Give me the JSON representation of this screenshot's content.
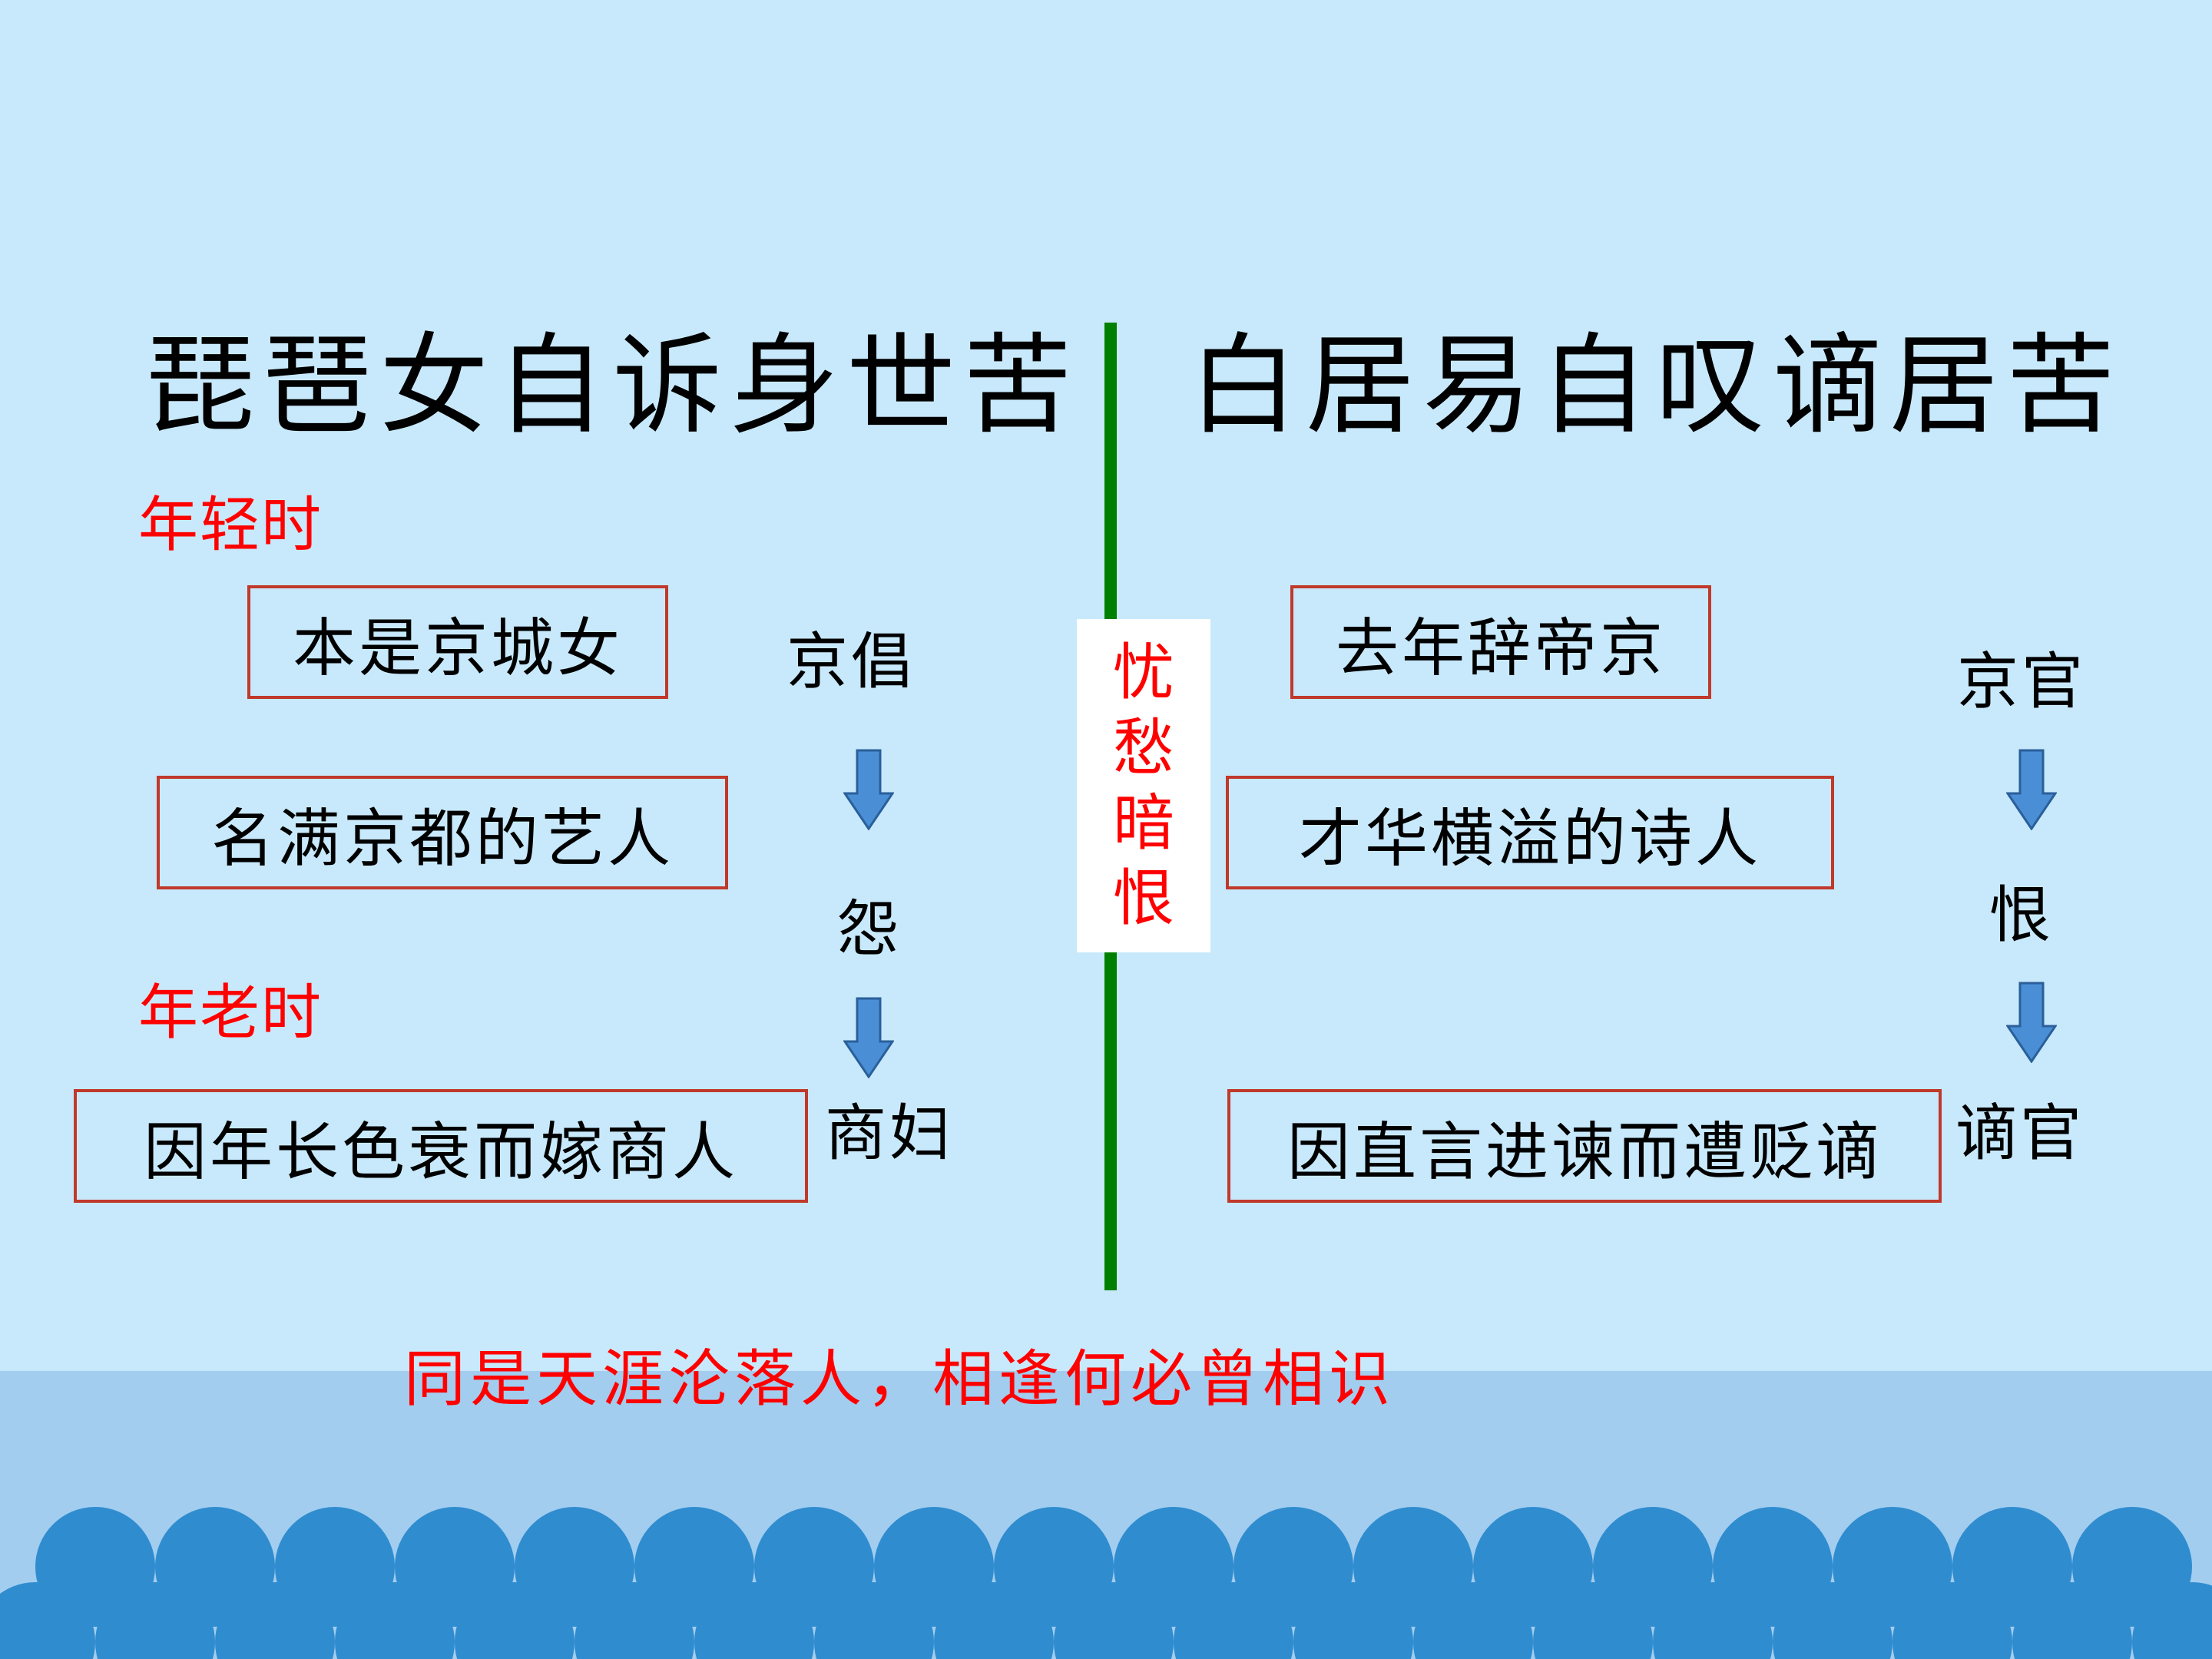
{
  "left": {
    "heading": "琵琶女自诉身世苦",
    "young_label": "年轻时",
    "old_label": "年老时",
    "boxes": [
      "本是京城女",
      "名满京都的艺人",
      "因年长色衰而嫁商人"
    ],
    "side": [
      "京倡",
      "怨",
      "商妇"
    ]
  },
  "right": {
    "heading": "白居易自叹谪居苦",
    "boxes": [
      "去年辞帝京",
      "才华横溢的诗人",
      "因直言进谏而遭贬谪"
    ],
    "side": [
      "京官",
      "恨",
      "谪官"
    ]
  },
  "center": {
    "chars": [
      "忧",
      "愁",
      "暗",
      "恨"
    ]
  },
  "bottom_line": "同是天涯沦落人，相逢何必曾相识",
  "colors": {
    "background": "#c8e9fb",
    "band": "#a2cdef",
    "wave": "#2f8ccf",
    "divider": "#008000",
    "accent_red": "#ff0000",
    "arrow": "#4a8fd6"
  }
}
